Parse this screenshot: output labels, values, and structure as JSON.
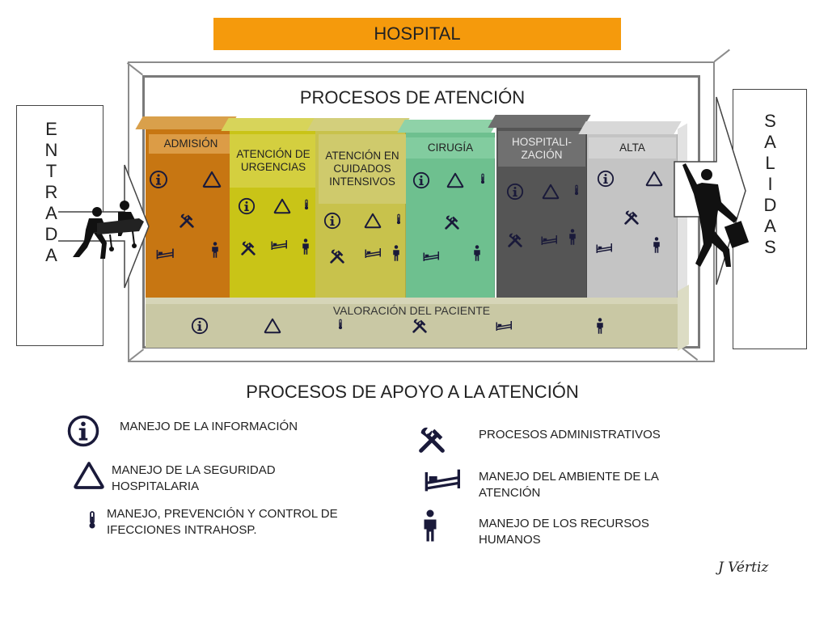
{
  "header": {
    "title": "HOSPITAL"
  },
  "main_title": "PROCESOS DE ATENCIÓN",
  "entrada": {
    "label": "E\nN\nT\nR\nA\nD\nA"
  },
  "salidas": {
    "label": "S\nA\nL\nI\nD\nA\nS"
  },
  "processes": [
    {
      "id": "admision",
      "label": "ADMISIÓN",
      "color": "#c77612"
    },
    {
      "id": "urgencias",
      "label": "ATENCIÓN DE URGENCIAS",
      "color": "#c9c417"
    },
    {
      "id": "intensivos",
      "label": "ATENCIÓN EN CUIDADOS INTENSIVOS",
      "color": "#c8c24c"
    },
    {
      "id": "cirugia",
      "label": "CIRUGÍA",
      "color": "#6ec08f"
    },
    {
      "id": "hospitalizacion",
      "label": "HOSPITALI-ZACIÓN",
      "color": "#555555"
    },
    {
      "id": "alta",
      "label": "ALTA",
      "color": "#c4c4c4"
    }
  ],
  "valoracion": {
    "label": "VALORACIÓN DEL PACIENTE",
    "color": "#c9c8a4"
  },
  "support_title": "PROCESOS DE APOYO A LA ATENCIÓN",
  "legend": {
    "informacion": "MANEJO DE LA INFORMACIÓN",
    "seguridad": "MANEJO DE LA SEGURIDAD HOSPITALARIA",
    "infecciones": "MANEJO, PREVENCIÓN Y CONTROL DE IFECCIONES INTRAHOSP.",
    "administrativos": "PROCESOS ADMINISTRATIVOS",
    "ambiente": "MANEJO DEL AMBIENTE DE LA ATENCIÓN",
    "recursos": "MANEJO DE LOS RECURSOS HUMANOS"
  },
  "author": "J Vértiz",
  "icons": {
    "info": "info-icon",
    "safety": "triangle-icon",
    "infection": "thermometer-icon",
    "admin": "tools-icon",
    "environment": "bed-icon",
    "hr": "person-icon"
  },
  "colors": {
    "banner": "#f59a0c",
    "icon_dark": "#1a1a3a"
  }
}
